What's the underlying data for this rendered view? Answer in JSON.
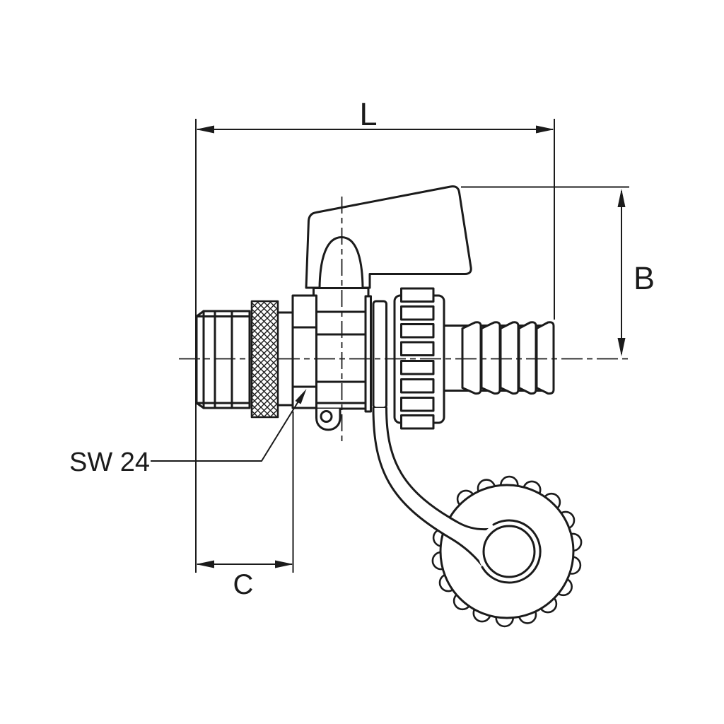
{
  "figure": {
    "type": "technical-drawing",
    "subject": "drain-ball-valve-with-hose-barb-and-tethered-cap",
    "colors": {
      "line": "#1b1b1b",
      "background": "#ffffff"
    },
    "labels": {
      "overall_length": "L",
      "overall_height": "B",
      "thread_section_length": "C",
      "wrench_size": "SW 24"
    }
  }
}
